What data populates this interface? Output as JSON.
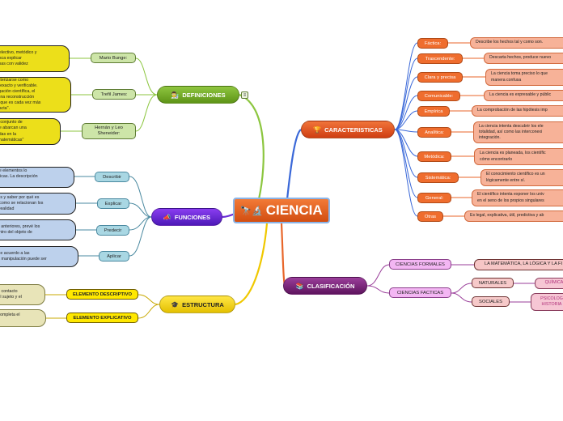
{
  "central": {
    "title": "CIENCIA",
    "icon": "🔭🔬"
  },
  "main": {
    "definiciones": {
      "label": "DEFINICIONES",
      "icon": "👨‍🔬"
    },
    "funciones": {
      "label": "FUNCIONES",
      "icon": "📣"
    },
    "estructura": {
      "label": "ESTRUCTURA",
      "icon": "🎓"
    },
    "caracteristicas": {
      "label": "CARACTERISTICAS",
      "icon": "🏆"
    },
    "clasificacion": {
      "label": "CLASIFICACIÓN",
      "icon": "📚"
    }
  },
  "definiciones": {
    "collapse_glyph": "≡",
    "authors": [
      "Mario Bunge:",
      "Trefil James:",
      "Hernán y Leo\nSheneider:"
    ],
    "texts": [
      "r selectivo, metódico y\nbusca explicar\ncosas con validez",
      "racterizarse como\nal, exacto y verificable.\nstigación científica, el\no una  reconstrucción\ndo que es cada vez más\nexacta\".",
      "un conjunto de\nque abarcan una\nsadas en la\na matemáticas\""
    ]
  },
  "funciones": {
    "items": [
      "Describir",
      "Explicar",
      "Predecir",
      "Aplicar"
    ],
    "texts": [
      "que elementos lo\nristicas. La descripción\nda",
      "ntos y saber por qué es\ner como se relacionan los\nla realidad",
      "los anteriores, prevé los\ndentro del objeto de",
      "d de acuerdo a las\nsta manipulación puede ser"
    ]
  },
  "estructura": {
    "items": [
      "ELEMENTO DESCRIPTIVO",
      "ELEMENTO EXPLICATIVO"
    ],
    "texts": [
      "del contacto\ne el sujeto y el",
      "n completa el\no"
    ]
  },
  "caracteristicas": {
    "items": [
      "Fáctica:",
      "Trascendente:",
      "Clara y precisa",
      "Comunicable:",
      "Empírica",
      "Analítica:",
      "Metódica:",
      "Sistemática:",
      "General:",
      "Otras"
    ],
    "texts": [
      "Describe los hechos tal y como son.",
      "Descarta hechos, produce nuevo",
      "La ciencia toma preciso lo que\nmanera confusa",
      "La ciencia es expresable y públic",
      "La comprobación de las hipótesis imp",
      "La ciencia intenta descubrir los ele\ntotalidad, así como las interconexi\nintegración.",
      "La ciencia es planeada, los científic\ncómo encontrarlo",
      "El conocimiento científico es un\nlógicamente entre sí.",
      "El científico intenta exponer los univ\nen el seno de los propios singulares",
      "Es legal, explicativa, útil, predictiva y ab"
    ]
  },
  "clasificacion": {
    "formales": {
      "label": "CIENCIAS FORMALES",
      "value": "LA MATEMÁTICA, LA LÓGICA Y LA FI"
    },
    "facticas": {
      "label": "CIENCIAS FACTICAS",
      "naturales": {
        "label": "NATURALES",
        "value": "QUÍMICA"
      },
      "sociales": {
        "label": "SOCIALES",
        "value": "PSICOLOG\nHISTORIA"
      }
    }
  }
}
